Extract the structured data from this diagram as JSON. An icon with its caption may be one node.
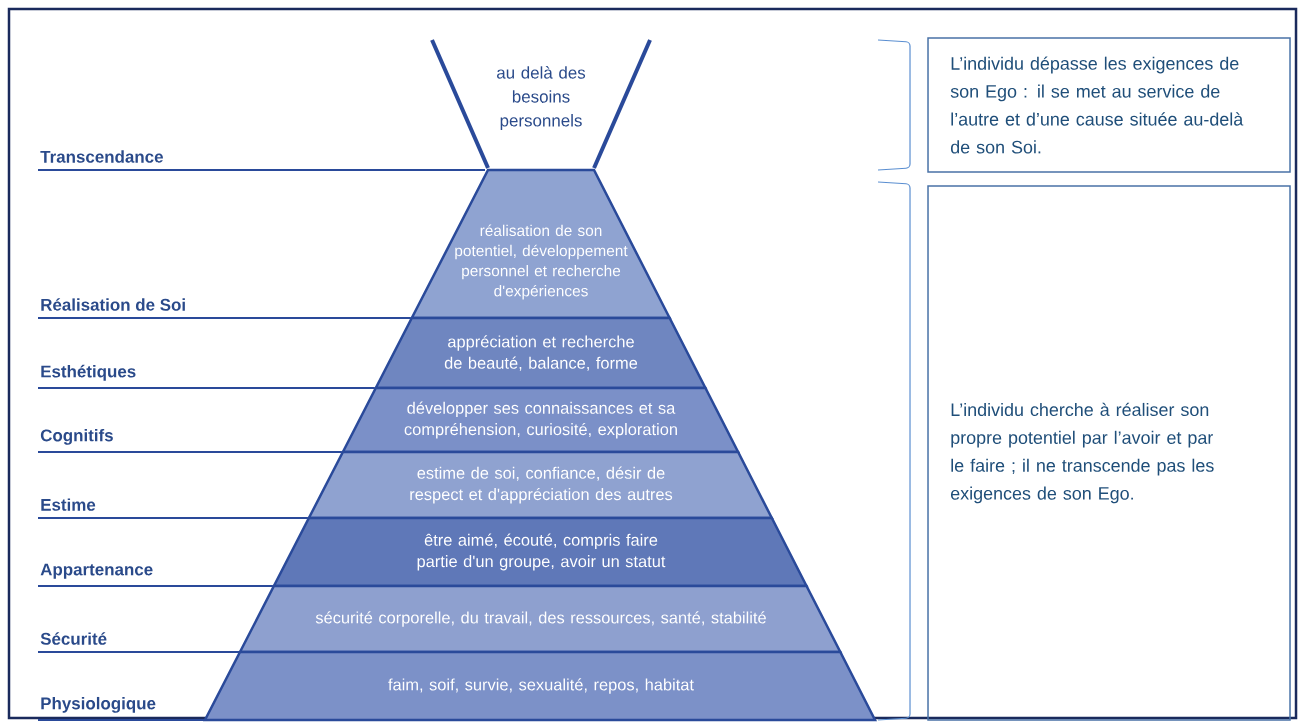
{
  "diagram": {
    "nodes": [
      {
        "text": [
          "au delà des besoins personnels"
        ]
      },
      {
        "text": [
          "réalisation de son potentiel, développement personnel et recherche d'expériences"
        ]
      },
      {
        "text": [
          "appréciation et recherche de beauté, balance, forme"
        ]
      },
      {
        "text": [
          "développer ses connaissances et sa compréhension, curiosité, exploration"
        ]
      },
      {
        "text": [
          "estime de soi, confiance, désir de respect et d'appréciation des autres"
        ]
      },
      {
        "text": [
          "être aimé, écouté, compris faire partie d'un groupe, avoir un statut"
        ]
      },
      {
        "text": [
          "sécurité corporelle, du travail, des ressources, santé, stabilité"
        ]
      },
      {
        "text": [
          "faim, soif, survie, sexualité, repos, habitat"
        ]
      },
      {
        "text": [
          "L’individu dépasse les exigences de son Ego : il se met au service de l’autre et d’une cause située au-delà de son Soi."
        ]
      },
      {
        "text": [
          "L’individu cherche à réaliser son propre potentiel par l’avoir et par le faire ; il ne transcende pas les exigences de son Ego."
        ]
      },
      {
        "text": [
          "Transcendance"
        ]
      },
      {
        "text": [
          "Réalisation de Soi"
        ]
      },
      {
        "text": [
          "Esthétiques"
        ]
      },
      {
        "text": [
          "Cognitifs"
        ]
      },
      {
        "text": [
          "Estime"
        ]
      },
      {
        "text": [
          "Appartenance"
        ]
      },
      {
        "text": [
          "Sécurité"
        ]
      },
      {
        "text": [
          "Physiologique"
        ]
      }
    ],
    "edges": [
      {
        "from": 10,
        "to": 0,
        "arrow": "none"
      },
      {
        "from": 11,
        "to": 1,
        "arrow": "none"
      },
      {
        "from": 12,
        "to": 2,
        "arrow": "none"
      },
      {
        "from": 13,
        "to": 3,
        "arrow": "none"
      },
      {
        "from": 14,
        "to": 4,
        "arrow": "none"
      },
      {
        "from": 15,
        "to": 5,
        "arrow": "none"
      },
      {
        "from": 16,
        "to": 6,
        "arrow": "none"
      },
      {
        "from": 17,
        "to": 7,
        "arrow": "none"
      }
    ]
  }
}
